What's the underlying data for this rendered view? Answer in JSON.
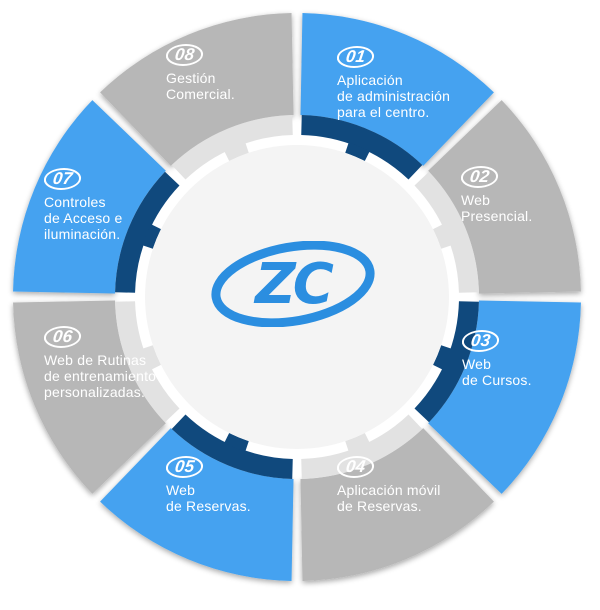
{
  "colors": {
    "blue": "#45a2f0",
    "gray": "#b7b7b7",
    "navy": "#10497d",
    "light_gray": "#e2e2e2",
    "logo_blue": "#2b8ee0"
  },
  "logo": {
    "text": "ZC"
  },
  "segments": [
    {
      "num": "01",
      "lines": [
        "Aplicación",
        "de administración",
        "para el centro."
      ],
      "color": "blue"
    },
    {
      "num": "02",
      "lines": [
        "Web",
        "Presencial."
      ],
      "color": "gray"
    },
    {
      "num": "03",
      "lines": [
        "Web",
        "de Cursos."
      ],
      "color": "blue"
    },
    {
      "num": "04",
      "lines": [
        "Aplicación móvil",
        "de Reservas."
      ],
      "color": "gray"
    },
    {
      "num": "05",
      "lines": [
        "Web",
        "de Reservas."
      ],
      "color": "blue"
    },
    {
      "num": "06",
      "lines": [
        "Web de Rutinas",
        "de entrenamiento",
        "personalizadas."
      ],
      "color": "gray"
    },
    {
      "num": "07",
      "lines": [
        "Controles",
        "de Acceso e",
        "iluminación."
      ],
      "color": "blue"
    },
    {
      "num": "08",
      "lines": [
        "Gestión",
        "Comercial."
      ],
      "color": "gray"
    }
  ]
}
